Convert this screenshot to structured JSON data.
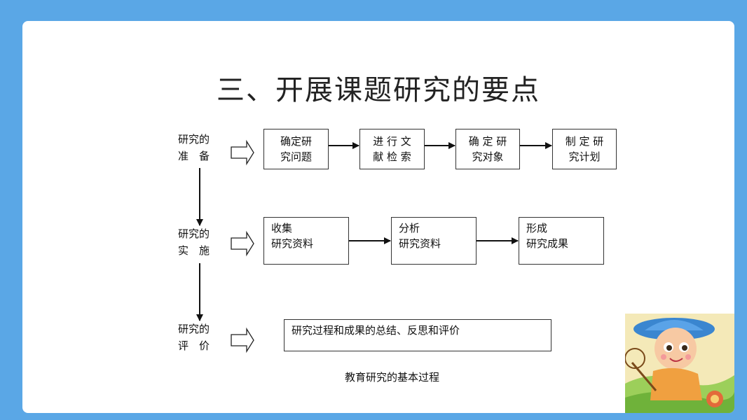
{
  "title": "三、开展课题研究的要点",
  "stages": [
    {
      "line1": "研究的",
      "line2": "准　备",
      "steps": [
        {
          "line1": "确定研",
          "line2": "究问题"
        },
        {
          "line1": "进 行 文",
          "line2": "献 检 索"
        },
        {
          "line1": "确 定 研",
          "line2": "究对象"
        },
        {
          "line1": "制 定 研",
          "line2": "究计划"
        }
      ]
    },
    {
      "line1": "研究的",
      "line2": "实　施",
      "steps": [
        {
          "line1": "收集",
          "line2": "研究资料"
        },
        {
          "line1": "分析",
          "line2": "研究资料"
        },
        {
          "line1": "形成",
          "line2": "研究成果"
        }
      ]
    },
    {
      "line1": "研究的",
      "line2": "评　价",
      "steps": [
        {
          "line1": "研究过程和成果的总结、反思和评价",
          "line2": ""
        }
      ]
    }
  ],
  "caption": "教育研究的基本过程",
  "colors": {
    "background": "#5aa7e6",
    "slide": "#ffffff",
    "stroke": "#333333"
  }
}
